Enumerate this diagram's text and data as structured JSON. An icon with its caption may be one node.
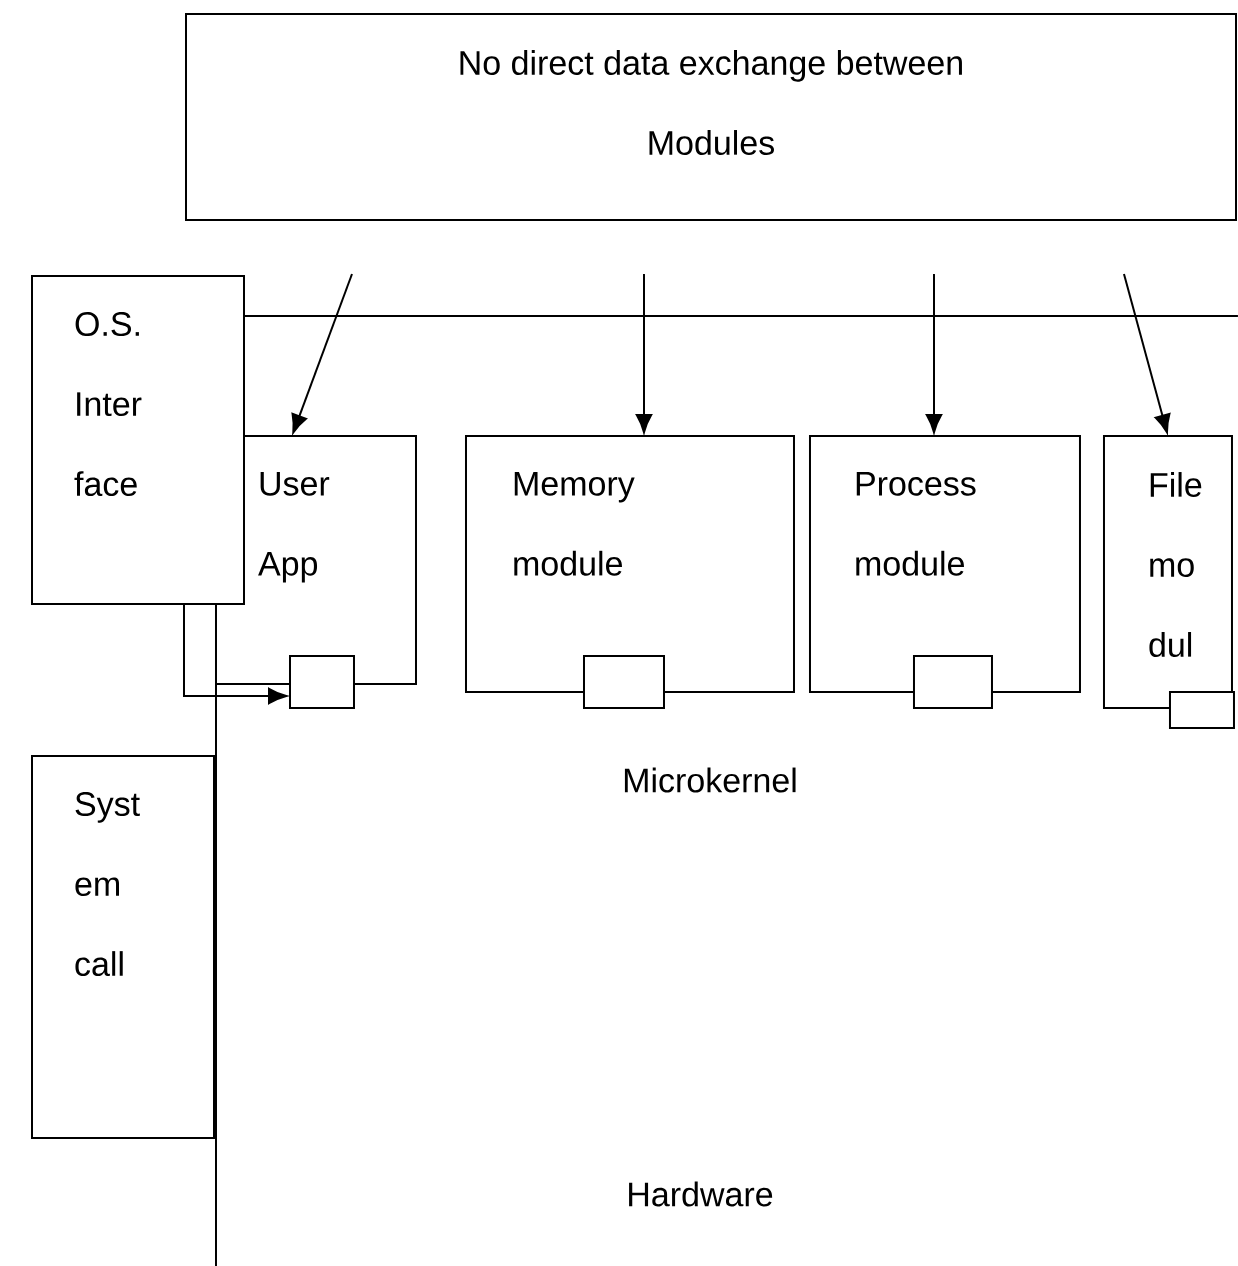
{
  "diagram": {
    "nodes": [
      {
        "text": [
          "No direct data exchange between Modules"
        ]
      },
      {
        "text": [
          "O.S. Inter face"
        ]
      },
      {
        "text": [
          "User App"
        ]
      },
      {
        "text": [
          "Memory module"
        ]
      },
      {
        "text": [
          "Process module"
        ]
      },
      {
        "text": [
          "File mo dul"
        ]
      },
      {
        "text": [],
        "shape": "box"
      },
      {
        "text": [],
        "shape": "box"
      },
      {
        "text": [],
        "shape": "box"
      },
      {
        "text": [],
        "shape": "box"
      },
      {
        "text": [
          "Syst em call"
        ]
      }
    ],
    "edges": [
      {
        "from": null,
        "to": 2,
        "arrow": "to"
      },
      {
        "from": null,
        "to": 3,
        "arrow": "to"
      },
      {
        "from": null,
        "to": 4,
        "arrow": "to"
      },
      {
        "from": null,
        "to": 5,
        "arrow": "to"
      },
      {
        "from": 1,
        "to": 6,
        "arrow": "to"
      }
    ],
    "labels": [
      "Microkernel",
      "Hardware"
    ]
  }
}
